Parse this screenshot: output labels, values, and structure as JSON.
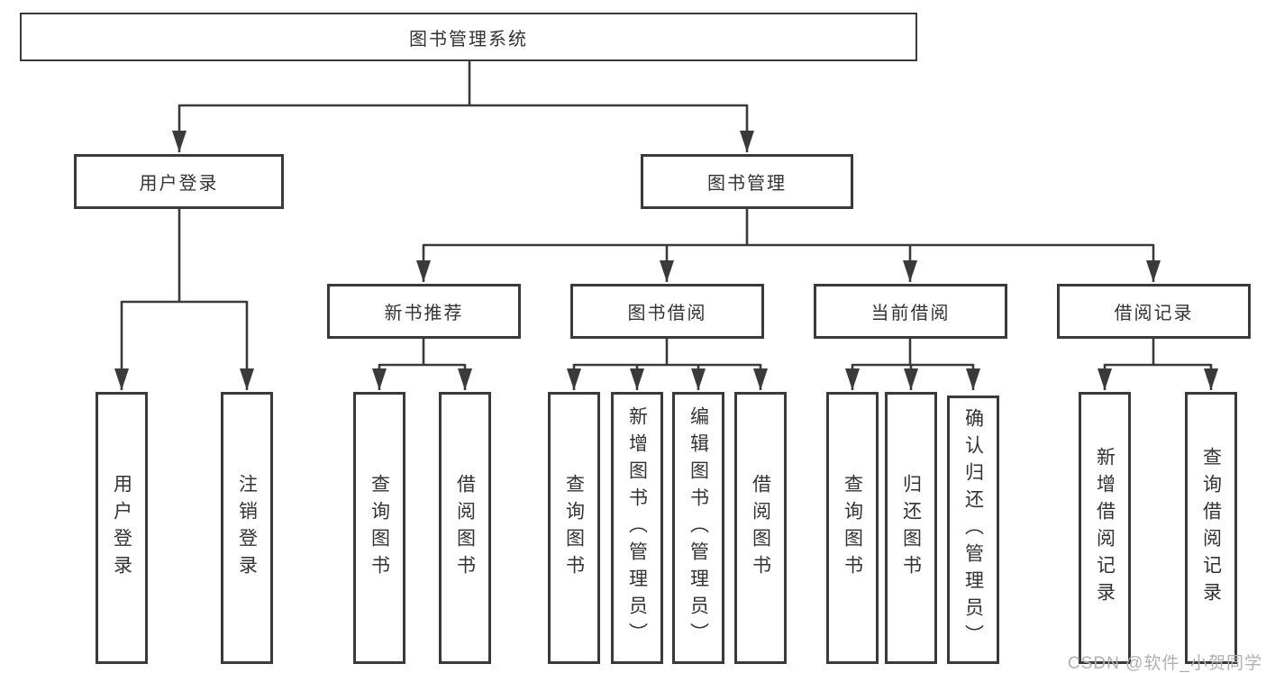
{
  "diagram": {
    "root": "图书管理系统",
    "branches": [
      {
        "label": "用户登录",
        "leaves": [
          "用户登录",
          "注销登录"
        ]
      },
      {
        "label": "图书管理",
        "sections": [
          {
            "label": "新书推荐",
            "leaves": [
              "查询图书",
              "借阅图书"
            ]
          },
          {
            "label": "图书借阅",
            "leaves": [
              "查询图书",
              "新增图书（管理员）",
              "编辑图书（管理员）",
              "借阅图书"
            ]
          },
          {
            "label": "当前借阅",
            "leaves": [
              "查询图书",
              "归还图书",
              "确认归还（管理员）"
            ]
          },
          {
            "label": "借阅记录",
            "leaves": [
              "新增借阅记录",
              "查询借阅记录"
            ]
          }
        ]
      }
    ]
  },
  "watermark": "CSDN @软件_小贺同学",
  "colors": {
    "line": "#3a3a3a",
    "box_border": "#3a3a3a",
    "text": "#333333",
    "background": "#ffffff",
    "watermark": "#b0b0b0"
  }
}
